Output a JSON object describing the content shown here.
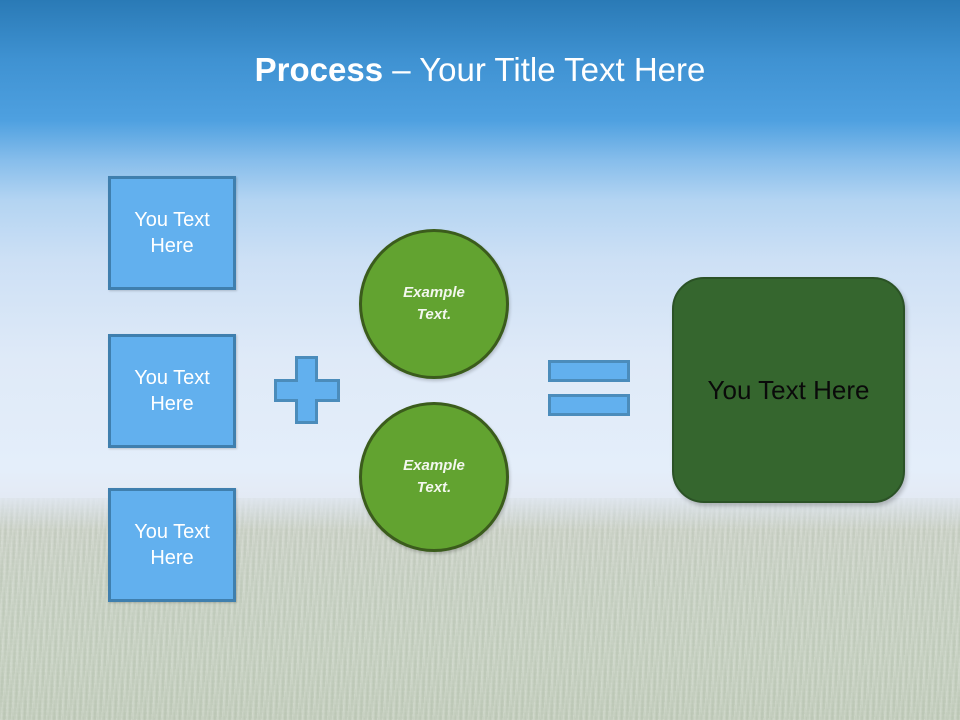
{
  "slide": {
    "title": {
      "bold_part": "Process",
      "rest_part": " – Your Title Text Here",
      "full": "Process – Your Title Text Here"
    },
    "background": {
      "sky_top_color": "#2a7ab6",
      "sky_bottom_color": "#e7eefa",
      "grass_color": "#c9d1c5"
    }
  },
  "diagram": {
    "type": "process-equation",
    "inputs": [
      {
        "label": "You Text Here",
        "fill": "#62b0ee",
        "border": "#3f7fae"
      },
      {
        "label": "You Text Here",
        "fill": "#62b0ee",
        "border": "#3f7fae"
      },
      {
        "label": "You Text Here",
        "fill": "#62b0ee",
        "border": "#3f7fae"
      }
    ],
    "operator_plus": {
      "symbol": "+",
      "fill": "#62b0ee",
      "border": "#4b8cbb"
    },
    "middle": [
      {
        "line1": "Example",
        "line2": "Text.",
        "fill": "#62a330",
        "border": "#3b5c1c"
      },
      {
        "line1": "Example",
        "line2": "Text.",
        "fill": "#62a330",
        "border": "#3b5c1c"
      }
    ],
    "operator_equals": {
      "symbol": "=",
      "fill": "#62b0ee",
      "border": "#4b8cbb"
    },
    "result": {
      "label": "You Text Here",
      "fill": "#35662e",
      "border": "#2b5226",
      "text_color": "#0a0a0a"
    }
  }
}
